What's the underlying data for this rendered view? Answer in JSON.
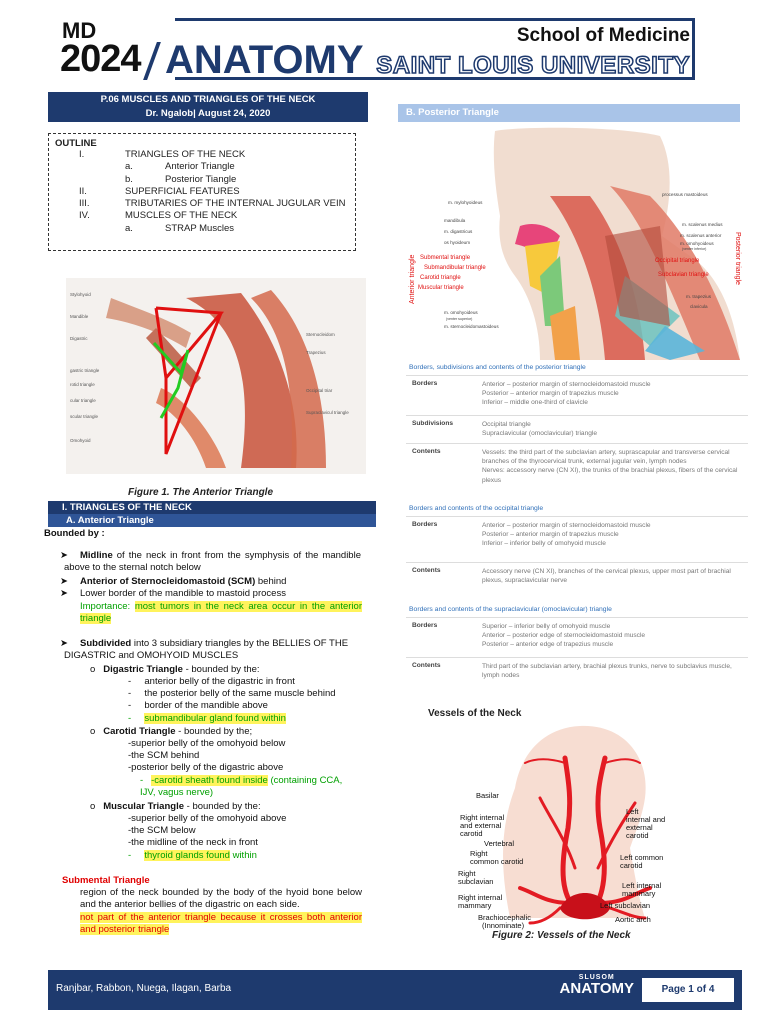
{
  "header": {
    "md": "MD",
    "year": "2024",
    "subject": "ANATOMY",
    "school": "School of Medicine",
    "university": "SAINT LOUIS UNIVERSITY"
  },
  "title": {
    "line1": "P.06 MUSCLES AND TRIANGLES OF THE NECK",
    "line2": "Dr. Ngalob| August 24, 2020"
  },
  "outline": {
    "heading": "OUTLINE",
    "items": [
      {
        "num": "I.",
        "text": "TRIANGLES OF THE NECK"
      },
      {
        "num": "a.",
        "text": "Anterior Triangle"
      },
      {
        "num": "b.",
        "text": "Posterior Tiangle"
      },
      {
        "num": "II.",
        "text": "SUPERFICIAL FEATURES"
      },
      {
        "num": "III.",
        "text": "TRIBUTARIES OF THE INTERNAL JUGULAR VEIN"
      },
      {
        "num": "IV.",
        "text": "MUSCLES OF THE NECK"
      },
      {
        "num": "a.",
        "text": "STRAP Muscles"
      }
    ]
  },
  "figure1": {
    "caption": "Figure 1. The Anterior Triangle",
    "labels_left": [
      "Stylohyoid",
      "Mandible",
      "Digastric",
      "gastric triangle",
      "rotid triangle",
      "cular triangle",
      "scular triangle",
      "Omohyoid"
    ],
    "labels_right": [
      "Sternocleidom",
      "Trapezius",
      "Occipital triar",
      "Supraclavicul triangle"
    ]
  },
  "section1": {
    "bar": "I.          TRIANGLES OF THE NECK",
    "sub": "A.    Anterior Triangle",
    "bounded_by": "Bounded by :",
    "b1_bold": "Midline",
    "b1_rest": " of the neck in front from the symphysis of the mandible above to the sternal notch below",
    "b2_bold": "Anterior of Sternocleidomastoid (SCM)",
    "b2_rest": " behind",
    "b3": "Lower border of the mandible to mastoid process",
    "importance_label": "Importance: ",
    "importance_text": "most tumors in the neck area occur in the anterior triangle",
    "subdiv_bold": "Subdivided",
    "subdiv_rest": " into 3 subsidiary triangles by the BELLIES OF THE DIGASTRIC and OMOHYOID MUSCLES",
    "digastric_title": "Digastric Triangle",
    "digastric_tail": " - bounded by the:",
    "digastric_items": [
      "anterior belly of the digastric in front",
      "the posterior belly of the same muscle behind",
      "border of the mandible above"
    ],
    "digastric_note": "submandibular gland found within",
    "carotid_title": "Carotid Triangle",
    "carotid_tail": " - bounded by the;",
    "carotid_items": [
      "-superior belly of the omohyoid below",
      "-the SCM behind",
      "-posterior belly of the digastric above"
    ],
    "carotid_note_hl": "-carotid sheath found inside",
    "carotid_note_rest": " (containing CCA, IJV, vagus nerve)",
    "muscular_title": "Muscular Triangle",
    "muscular_tail": " - bounded by the:",
    "muscular_items": [
      "-superior belly of the omohyoid above",
      "-the SCM below",
      "-the midline of the neck in front"
    ],
    "muscular_note_hl": "thyroid glands found",
    "muscular_note_rest": " within",
    "submental_title": "Submental Triangle",
    "submental_text": "region of the neck bounded by the body of the hyoid bone below and the anterior bellies of the digastric on each side.",
    "submental_note": "not part of the anterior triangle because it crosses both anterior and posterior triangle"
  },
  "posterior": {
    "bar": "B.    Posterior Triangle",
    "side_left": "Anterior triangle",
    "side_right": "Posterior triangle",
    "labels_left": [
      "m. mylohyoideus",
      "mandibula",
      "m. digastricus",
      "os hyoideum",
      "Submental triangle",
      "Submandibular triangle",
      "Carotid triangle",
      "Muscular triangle",
      "m. omohyoideus",
      "(venter superior)",
      "m. sternocleidomastoideus"
    ],
    "labels_right": [
      "processus mastoideus",
      "m. scalenus medius",
      "m. scalenus anterior",
      "m. omohyoideus",
      "(venter inferior)",
      "Occipital triangle",
      "Subclavian triangle",
      "m. trapezius",
      "clavicula"
    ]
  },
  "table1": {
    "caption": "Borders, subdivisions and contents of the posterior triangle",
    "rows": [
      {
        "k": "Borders",
        "v": [
          "Anterior – posterior margin of sternocleidomastoid muscle",
          "Posterior – anterior margin of trapezius muscle",
          "Inferior – middle one-third of clavicle"
        ]
      },
      {
        "k": "Subdivisions",
        "v": [
          "Occipital triangle",
          "Supraclavicular (omoclavicular) triangle"
        ]
      },
      {
        "k": "Contents",
        "v": [
          "Vessels: the third part of the subclavian artery, suprascapular and transverse cervical branches of the thyrocervical trunk, external jugular vein, lymph nodes",
          "Nerves: accessory nerve (CN XI), the trunks of the brachial plexus, fibers of the cervical plexus"
        ]
      }
    ]
  },
  "table2": {
    "caption": "Borders and contents of the occipital triangle",
    "rows": [
      {
        "k": "Borders",
        "v": [
          "Anterior – posterior margin of sternocleidomastoid muscle",
          "Posterior – anterior margin of trapezius muscle",
          "Inferior – inferior belly of omohyoid muscle"
        ]
      },
      {
        "k": "Contents",
        "v": [
          "Accessory nerve (CN XI), branches of the cervical plexus, upper most part of brachial plexus, supraclavicular nerve"
        ]
      }
    ]
  },
  "table3": {
    "caption": "Borders and contents of the supraclavicular (omoclavicular) triangle",
    "rows": [
      {
        "k": "Borders",
        "v": [
          "Superior – inferior belly of omohyoid muscle",
          "Anterior – posterior edge of sternocleidomastoid muscle",
          "Posterior – anterior edge of trapezius muscle"
        ]
      },
      {
        "k": "Contents",
        "v": [
          "Third part of the subclavian artery, brachial plexus trunks, nerve to subclavius muscle, lymph nodes"
        ]
      }
    ]
  },
  "vessels": {
    "title": "Vessels of the Neck",
    "caption": "Figure 2: Vessels of the Neck",
    "left_labels": [
      "Basilar",
      "Right internal",
      "and external",
      "carotid",
      "Vertebral",
      "Right",
      "common carotid",
      "Right",
      "subclavian",
      "Right internal",
      "mammary",
      "Brachiocephalic",
      "(Innominate)"
    ],
    "right_labels": [
      "Left",
      "internal and",
      "external",
      "carotid",
      "Left common",
      "carotid",
      "Left internal",
      "mammary",
      "Left subclavian",
      "Aortic arch"
    ]
  },
  "footer": {
    "authors": "Ranjbar, Rabbon, Nuega, Ilagan, Barba",
    "logo_top": "SLUSOM",
    "logo_bottom": "ANATOMY",
    "page": "Page 1 of 4"
  },
  "colors": {
    "brand_navy": "#1e3a6e",
    "highlight": "#fff35c",
    "green_note": "#00a000",
    "red_note": "#e00000",
    "table_caption_blue": "#2f6fb8"
  }
}
